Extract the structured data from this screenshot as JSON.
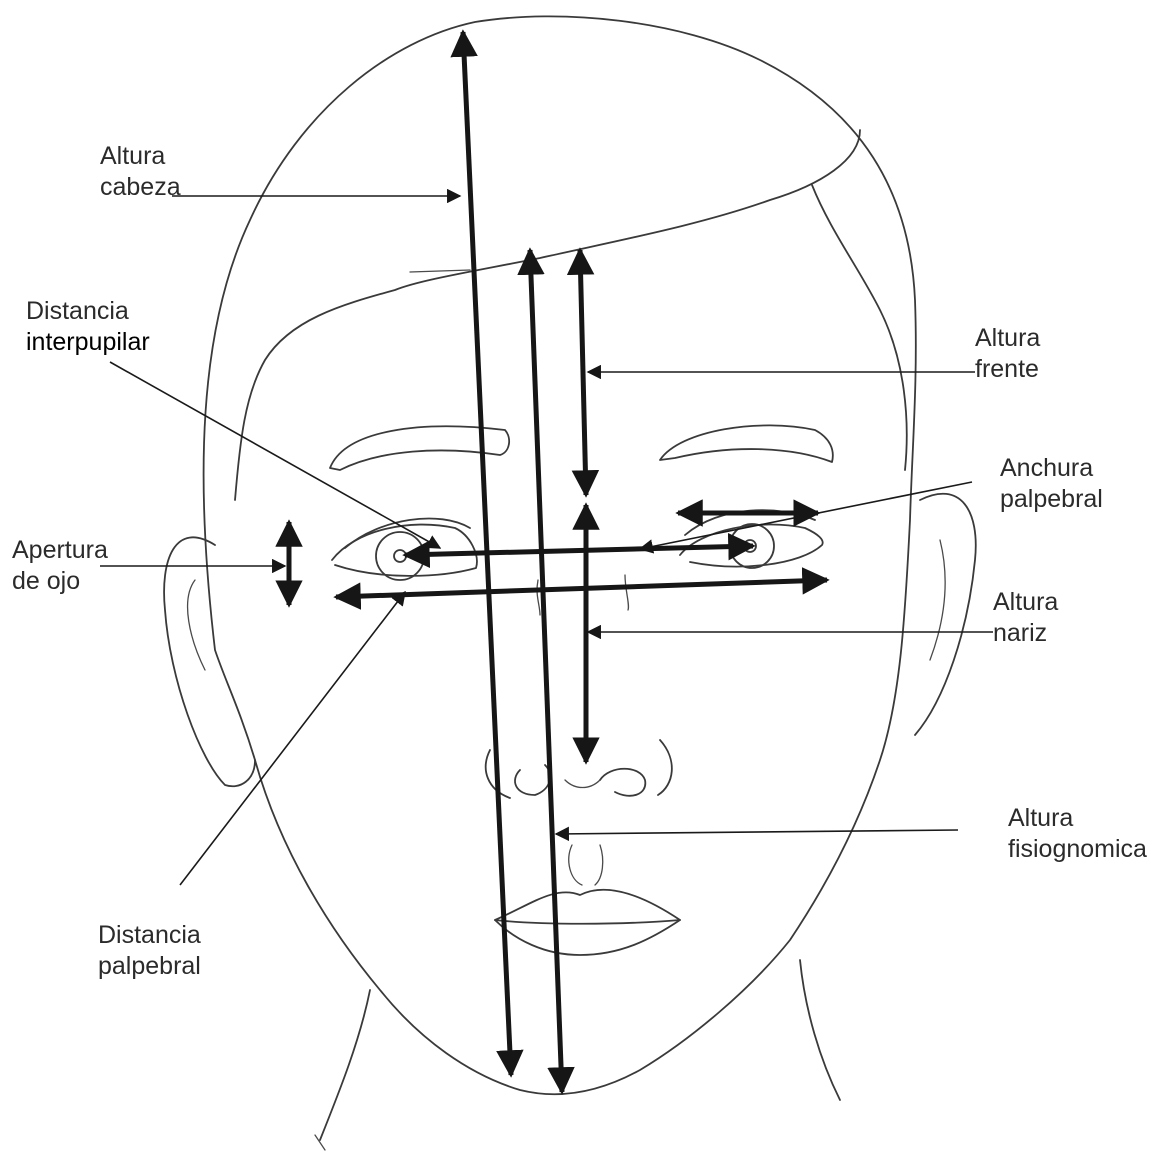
{
  "labels": {
    "altura_cabeza": [
      "Altura",
      "cabeza"
    ],
    "distancia_interpupilar": [
      "Distancia",
      "interpupilar"
    ],
    "apertura_de_ojo": [
      "Apertura",
      "de ojo"
    ],
    "distancia_palpebral": [
      "Distancia",
      "palpebral"
    ],
    "altura_frente": [
      "Altura",
      "frente"
    ],
    "anchura_palpebral": [
      "Anchura",
      "palpebral"
    ],
    "altura_nariz": [
      "Altura",
      "nariz"
    ],
    "altura_fisiognomica": [
      "Altura",
      "fisiognomica"
    ]
  },
  "colors": {
    "sketch_line": "#3a3a3a",
    "arrow": "#161616",
    "label_text": "#2b2b2b",
    "background": "#ffffff"
  }
}
